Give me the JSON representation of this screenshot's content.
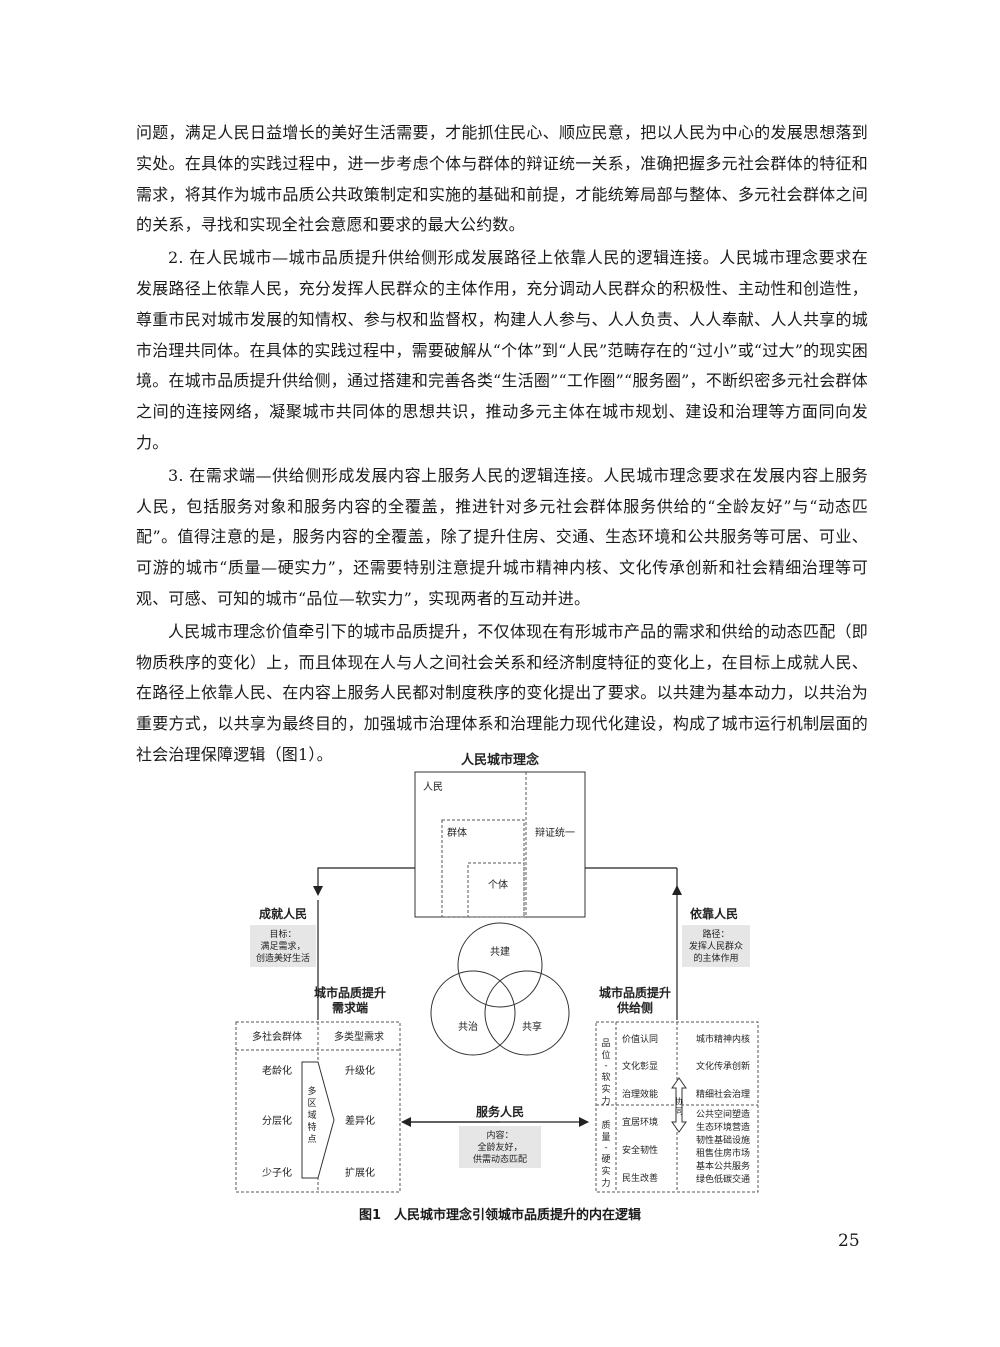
{
  "paragraphs": [
    "问题，满足人民日益增长的美好生活需要，才能抓住民心、顺应民意，把以人民为中心的发展思想落到实处。在具体的实践过程中，进一步考虑个体与群体的辩证统一关系，准确把握多元社会群体的特征和需求，将其作为城市品质公共政策制定和实施的基础和前提，才能统筹局部与整体、多元社会群体之间的关系，寻找和实现全社会意愿和要求的最大公约数。",
    "2. 在人民城市—城市品质提升供给侧形成发展路径上依靠人民的逻辑连接。人民城市理念要求在发展路径上依靠人民，充分发挥人民群众的主体作用，充分调动人民群众的积极性、主动性和创造性，尊重市民对城市发展的知情权、参与权和监督权，构建人人参与、人人负责、人人奉献、人人共享的城市治理共同体。在具体的实践过程中，需要破解从“个体”到“人民”范畴存在的“过小”或“过大”的现实困境。在城市品质提升供给侧，通过搭建和完善各类“生活圈”“工作圈”“服务圈”，不断织密多元社会群体之间的连接网络，凝聚城市共同体的思想共识，推动多元主体在城市规划、建设和治理等方面同向发力。",
    "3. 在需求端—供给侧形成发展内容上服务人民的逻辑连接。人民城市理念要求在发展内容上服务人民，包括服务对象和服务内容的全覆盖，推进针对多元社会群体服务供给的“全龄友好”与“动态匹配”。值得注意的是，服务内容的全覆盖，除了提升住房、交通、生态环境和公共服务等可居、可业、可游的城市“质量—硬实力”，还需要特别注意提升城市精神内核、文化传承创新和社会精细治理等可观、可感、可知的城市“品位—软实力”，实现两者的互动并进。",
    "人民城市理念价值牵引下的城市品质提升，不仅体现在有形城市产品的需求和供给的动态匹配（即物质秩序的变化）上，而且体现在人与人之间社会关系和经济制度特征的变化上，在目标上成就人民、在路径上依靠人民、在内容上服务人民都对制度秩序的变化提出了要求。以共建为基本动力，以共治为重要方式，以共享为最终目的，加强城市治理体系和治理能力现代化建设，构成了城市运行机制层面的社会治理保障逻辑（图1）。"
  ],
  "figure": {
    "top": {
      "title": "人民城市理念",
      "renmin": "人民",
      "qunti": "群体",
      "geti": "个体",
      "bianzheng": "辩证统一"
    },
    "left_goal": {
      "title": "成就人民",
      "line1": "目标：",
      "line2": "满足需求，",
      "line3": "创造美好生活"
    },
    "right_path": {
      "title": "依靠人民",
      "line1": "路径：",
      "line2": "发挥人民群众",
      "line3": "的主体作用"
    },
    "venn": {
      "a": "共建",
      "b": "共治",
      "c": "共享"
    },
    "demand": {
      "title1": "城市品质提升",
      "title2": "需求端",
      "col1": "多社会群体",
      "col2": "多类型需求",
      "groups": [
        "老龄化",
        "分层化",
        "少子化"
      ],
      "needs": [
        "升级化",
        "差异化",
        "扩展化"
      ],
      "arrow_chars": [
        "多",
        "区",
        "域",
        "特",
        "点"
      ]
    },
    "supply": {
      "title1": "城市品质提升",
      "title2": "供给侧",
      "soft_label": [
        "品",
        "位",
        "-",
        "软",
        "实",
        "力"
      ],
      "hard_label": [
        "质",
        "量",
        "-",
        "硬",
        "实",
        "力"
      ],
      "soft_items": [
        "价值认同",
        "文化彰显",
        "治理效能"
      ],
      "hard_items": [
        "宜居环境",
        "安全韧性",
        "民生改善"
      ],
      "soft_right": [
        "城市精神内核",
        "文化传承创新",
        "精细社会治理"
      ],
      "hard_right": [
        "公共空间塑造",
        "生态环境营造",
        "韧性基础设施",
        "租售住房市场",
        "基本公共服务",
        "绿色低碳交通"
      ],
      "xietong": [
        "协",
        "同"
      ]
    },
    "serve": {
      "title": "服务人民",
      "line1": "内容：",
      "line2": "全龄友好，",
      "line3": "供需动态匹配"
    }
  },
  "caption": "图1　人民城市理念引领城市品质提升的内在逻辑",
  "page_number": "25"
}
